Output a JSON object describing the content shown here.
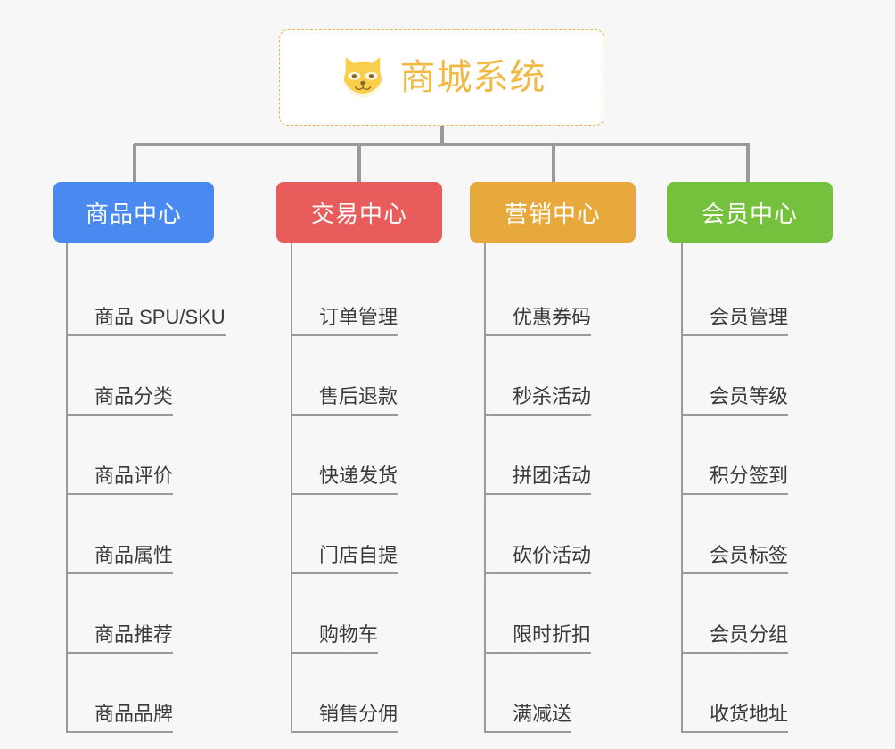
{
  "background_color": "#f7f7f7",
  "root": {
    "icon": "shiba-dog-face-icon",
    "title": "商城系统",
    "title_color": "#f2b844",
    "border_color": "#e8b44c"
  },
  "connector_color": "#9a9a9a",
  "columns": [
    {
      "id": "product-center",
      "label": "商品中心",
      "color": "#4a8af0",
      "leaves": [
        "商品 SPU/SKU",
        "商品分类",
        "商品评价",
        "商品属性",
        "商品推荐",
        "商品品牌"
      ]
    },
    {
      "id": "trade-center",
      "label": "交易中心",
      "color": "#e85c5c",
      "leaves": [
        "订单管理",
        "售后退款",
        "快递发货",
        "门店自提",
        "购物车",
        "销售分佣"
      ]
    },
    {
      "id": "marketing-center",
      "label": "营销中心",
      "color": "#e8a93c",
      "leaves": [
        "优惠券码",
        "秒杀活动",
        "拼团活动",
        "砍价活动",
        "限时折扣",
        "满减送"
      ]
    },
    {
      "id": "member-center",
      "label": "会员中心",
      "color": "#75c13d",
      "leaves": [
        "会员管理",
        "会员等级",
        "积分签到",
        "会员标签",
        "会员分组",
        "收货地址"
      ]
    }
  ]
}
